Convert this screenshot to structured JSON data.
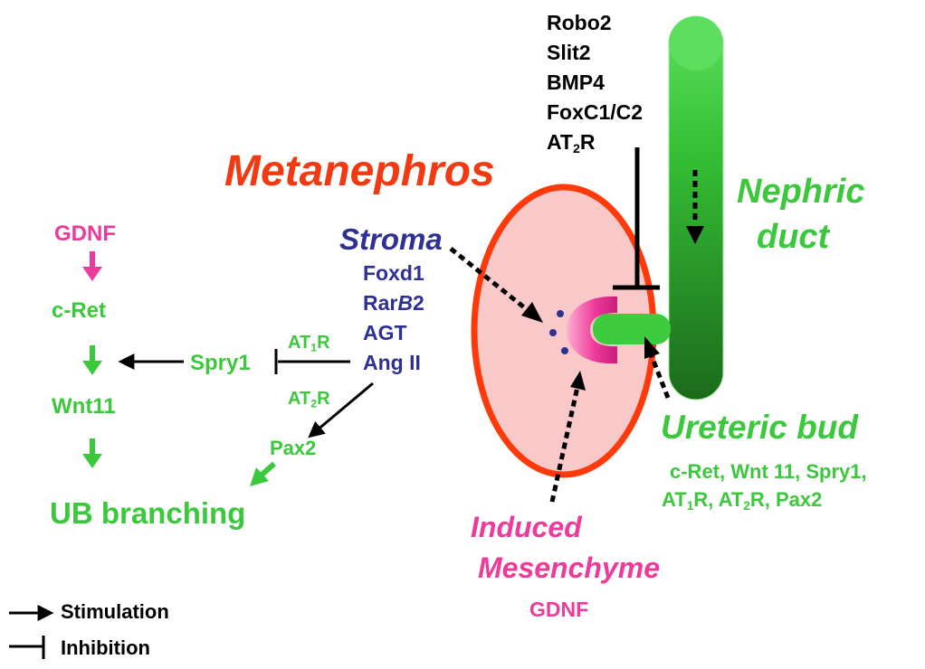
{
  "colors": {
    "green": "#3cc83c",
    "pink": "#ee3a9a",
    "navy": "#2e3192",
    "red": "#f23a12",
    "oval_fill": "#f9c9c9",
    "duct_dark": "#1c6a1c"
  },
  "title": "Metanephros",
  "left_pathway": {
    "gdnf": "GDNF",
    "cret": "c-Ret",
    "wnt11": "Wnt11",
    "ub_branching": "UB branching",
    "spry1": "Spry1",
    "pax2": "Pax2",
    "at1r": {
      "base": "AT",
      "sub": "1",
      "tail": "R"
    },
    "at2r": {
      "base": "AT",
      "sub": "2",
      "tail": "R"
    }
  },
  "stroma": {
    "title": "Stroma",
    "genes": [
      "Foxd1",
      "Rar",
      "B",
      "2",
      "AGT",
      "Ang II"
    ]
  },
  "top_genes": {
    "robo2": "Robo2",
    "slit2": "Slit2",
    "bmp4": "BMP4",
    "foxc": "FoxC1/C2",
    "at2r": {
      "base": "AT",
      "sub": "2",
      "tail": "R"
    }
  },
  "nephric_duct": {
    "line1": "Nephric",
    "line2": "duct"
  },
  "ureteric_bud": {
    "title": "Ureteric bud",
    "line1": "c-Ret, Wnt 11, Spry1,",
    "line2_parts": [
      "AT",
      "1",
      "R, AT",
      "2",
      "R, Pax2"
    ]
  },
  "induced_mesenchyme": {
    "line1": "Induced",
    "line2": "Mesenchyme",
    "gene": "GDNF"
  },
  "legend": {
    "stimulation": "Stimulation",
    "inhibition": "Inhibition"
  }
}
